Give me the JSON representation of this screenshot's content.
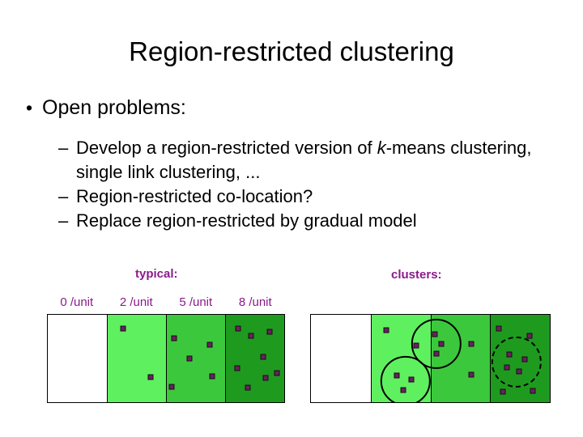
{
  "slide": {
    "title": "Region-restricted clustering",
    "bullet": {
      "marker": "•",
      "text": "Open problems:"
    },
    "sub_bullets": [
      {
        "marker": "–",
        "pre": "Develop a region-restricted version of ",
        "italic": "k",
        "post": "-means clustering, single link clustering, ..."
      },
      {
        "marker": "–",
        "pre": "Region-restricted co-location?",
        "italic": "",
        "post": ""
      },
      {
        "marker": "–",
        "pre": "Replace region-restricted by gradual model",
        "italic": "",
        "post": ""
      }
    ],
    "captions": {
      "typical": "typical:",
      "clusters": "clusters:"
    },
    "unit_labels": [
      "0 /unit",
      "2 /unit",
      "5 /unit",
      "8 /unit"
    ],
    "colors": {
      "purple_text": "#8B1A8B",
      "point": "#6B2060",
      "band_empty": "#FFFFFF",
      "band_light": "#5FF05F",
      "band_medium": "#3CC83C",
      "band_dark": "#1E9B1E",
      "outline": "#000000"
    }
  },
  "chart_data": {
    "type": "scatter",
    "title": "Region-restricted clustering density bands",
    "description": "Two side-by-side panels each split into four vertical density bands; purple square points are scattered with density increasing left to right. The right panel adds cluster circles.",
    "bands": [
      {
        "label": "0 /unit",
        "density": 0,
        "color": "#FFFFFF",
        "x_start_pct": 0,
        "x_end_pct": 25
      },
      {
        "label": "2 /unit",
        "density": 2,
        "color": "#5FF05F",
        "x_start_pct": 25,
        "x_end_pct": 50
      },
      {
        "label": "5 /unit",
        "density": 5,
        "color": "#3CC83C",
        "x_start_pct": 50,
        "x_end_pct": 75
      },
      {
        "label": "8 /unit",
        "density": 8,
        "color": "#1E9B1E",
        "x_start_pct": 75,
        "x_end_pct": 100
      }
    ],
    "panels": [
      {
        "name": "typical",
        "point_counts": [
          0,
          2,
          5,
          8
        ],
        "points": [
          {
            "x_pct": 32.0,
            "y_pct": 16.0
          },
          {
            "x_pct": 43.5,
            "y_pct": 71.5
          },
          {
            "x_pct": 53.5,
            "y_pct": 27.0
          },
          {
            "x_pct": 68.5,
            "y_pct": 34.5
          },
          {
            "x_pct": 60.0,
            "y_pct": 50.0
          },
          {
            "x_pct": 69.5,
            "y_pct": 70.5
          },
          {
            "x_pct": 52.5,
            "y_pct": 82.0
          },
          {
            "x_pct": 80.5,
            "y_pct": 15.5
          },
          {
            "x_pct": 86.0,
            "y_pct": 24.5
          },
          {
            "x_pct": 94.0,
            "y_pct": 19.0
          },
          {
            "x_pct": 91.0,
            "y_pct": 48.5
          },
          {
            "x_pct": 80.0,
            "y_pct": 61.5
          },
          {
            "x_pct": 97.0,
            "y_pct": 67.0
          },
          {
            "x_pct": 92.0,
            "y_pct": 72.5
          },
          {
            "x_pct": 84.5,
            "y_pct": 83.0
          }
        ],
        "circles": []
      },
      {
        "name": "clusters",
        "point_counts": [
          0,
          5,
          6,
          9
        ],
        "points": [
          {
            "x_pct": 31.5,
            "y_pct": 17.5
          },
          {
            "x_pct": 44.0,
            "y_pct": 35.5
          },
          {
            "x_pct": 36.0,
            "y_pct": 69.5
          },
          {
            "x_pct": 42.0,
            "y_pct": 74.5
          },
          {
            "x_pct": 38.5,
            "y_pct": 86.5
          },
          {
            "x_pct": 52.0,
            "y_pct": 22.5
          },
          {
            "x_pct": 54.5,
            "y_pct": 33.5
          },
          {
            "x_pct": 52.5,
            "y_pct": 44.5
          },
          {
            "x_pct": 67.0,
            "y_pct": 33.5
          },
          {
            "x_pct": 67.0,
            "y_pct": 68.5
          },
          {
            "x_pct": 78.5,
            "y_pct": 16.0
          },
          {
            "x_pct": 91.5,
            "y_pct": 24.0
          },
          {
            "x_pct": 83.0,
            "y_pct": 45.5
          },
          {
            "x_pct": 89.5,
            "y_pct": 50.5
          },
          {
            "x_pct": 82.0,
            "y_pct": 60.0
          },
          {
            "x_pct": 87.0,
            "y_pct": 64.5
          },
          {
            "x_pct": 80.5,
            "y_pct": 87.5
          },
          {
            "x_pct": 93.0,
            "y_pct": 87.0
          }
        ],
        "circles": [
          {
            "x_pct": 52.5,
            "y_pct": 33.0,
            "r_pct": 10.5,
            "style": "solid"
          },
          {
            "x_pct": 39.5,
            "y_pct": 76.0,
            "r_pct": 10.5,
            "style": "solid"
          },
          {
            "x_pct": 86.0,
            "y_pct": 54.0,
            "r_pct": 10.5,
            "style": "dashed"
          }
        ]
      }
    ]
  }
}
